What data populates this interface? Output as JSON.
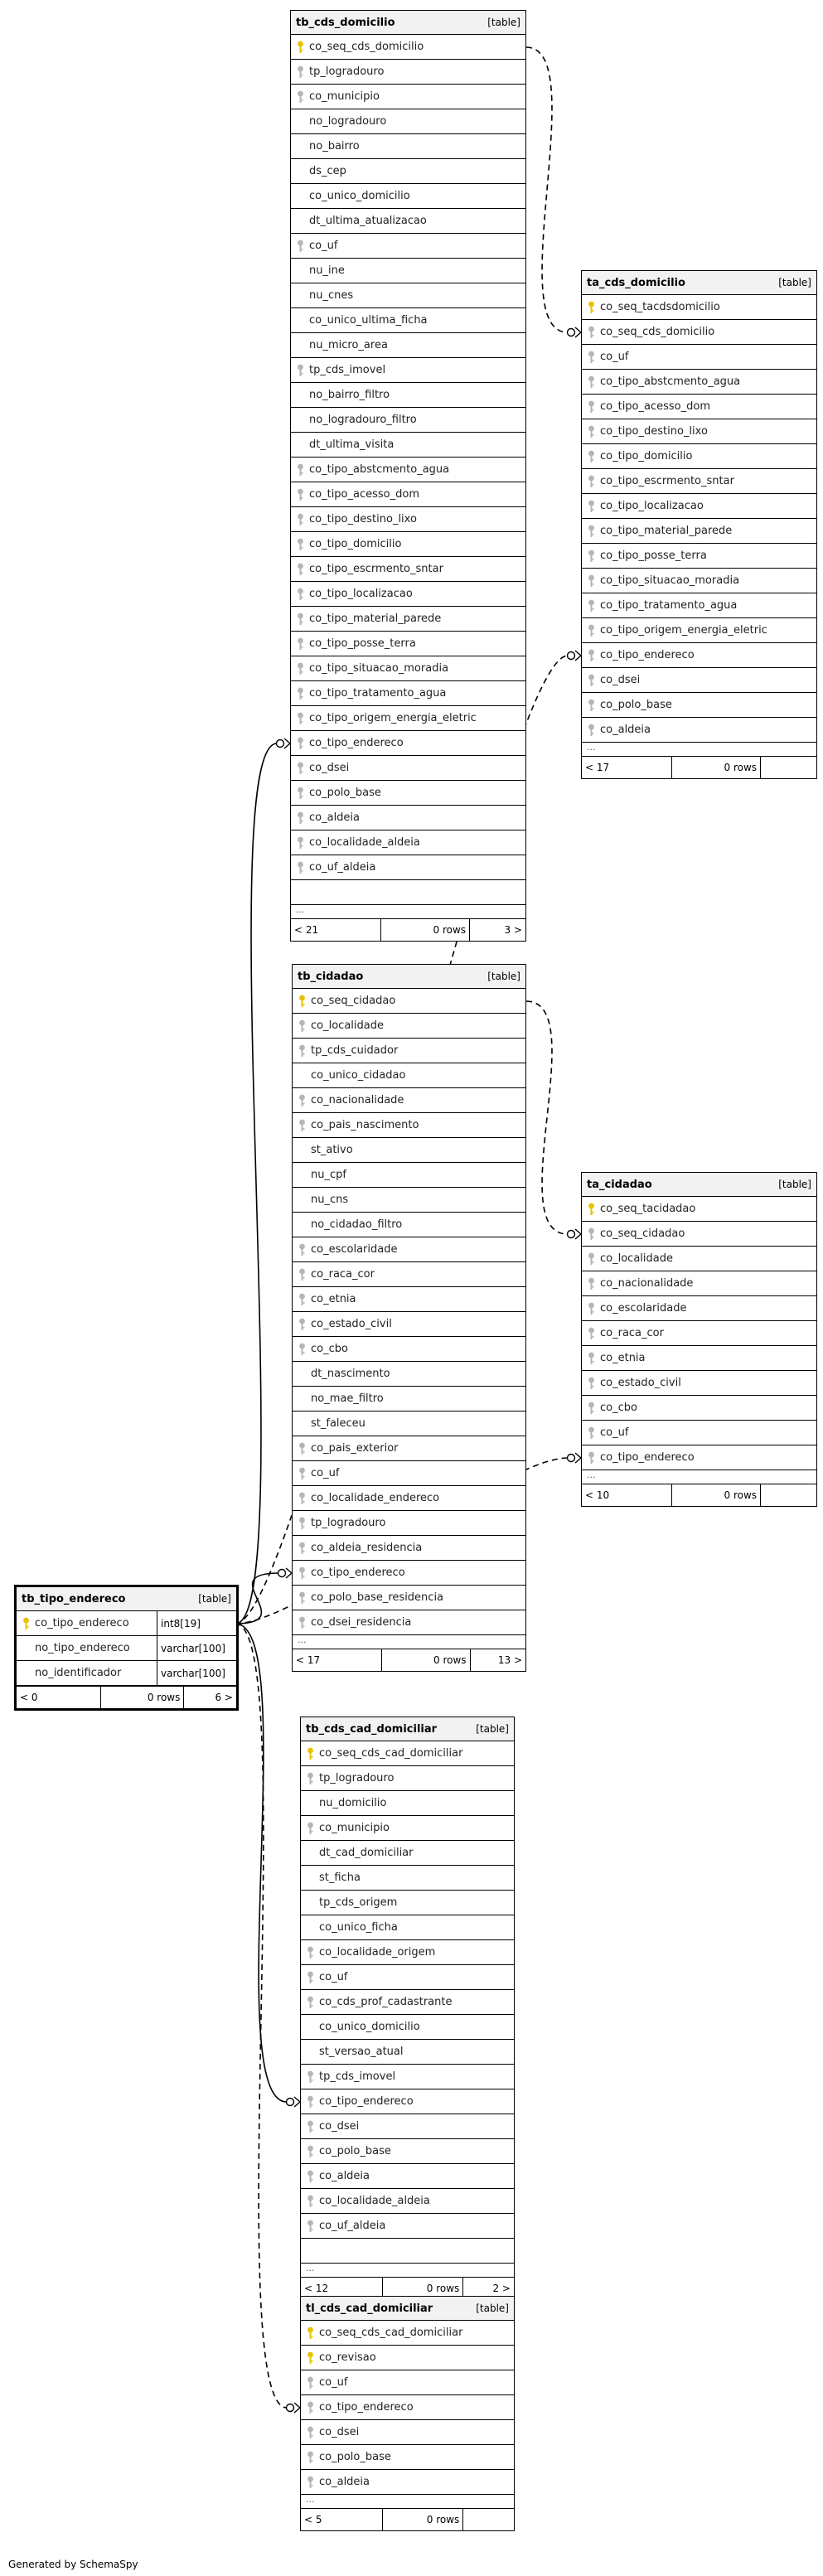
{
  "footer_credit": "Generated by SchemaSpy",
  "tables": [
    {
      "id": "tb_cds_domicilio",
      "name": "tb_cds_domicilio",
      "kind": "[table]",
      "focus": false,
      "columns": [
        {
          "name": "co_seq_cds_domicilio",
          "icon": "pk"
        },
        {
          "name": "tp_logradouro",
          "icon": "fk"
        },
        {
          "name": "co_municipio",
          "icon": "fk"
        },
        {
          "name": "no_logradouro",
          "icon": "none"
        },
        {
          "name": "no_bairro",
          "icon": "none"
        },
        {
          "name": "ds_cep",
          "icon": "none"
        },
        {
          "name": "co_unico_domicilio",
          "icon": "none"
        },
        {
          "name": "dt_ultima_atualizacao",
          "icon": "none"
        },
        {
          "name": "co_uf",
          "icon": "fk"
        },
        {
          "name": "nu_ine",
          "icon": "none"
        },
        {
          "name": "nu_cnes",
          "icon": "none"
        },
        {
          "name": "co_unico_ultima_ficha",
          "icon": "none"
        },
        {
          "name": "nu_micro_area",
          "icon": "none"
        },
        {
          "name": "tp_cds_imovel",
          "icon": "fk"
        },
        {
          "name": "no_bairro_filtro",
          "icon": "none"
        },
        {
          "name": "no_logradouro_filtro",
          "icon": "none"
        },
        {
          "name": "dt_ultima_visita",
          "icon": "none"
        },
        {
          "name": "co_tipo_abstcmento_agua",
          "icon": "fk"
        },
        {
          "name": "co_tipo_acesso_dom",
          "icon": "fk"
        },
        {
          "name": "co_tipo_destino_lixo",
          "icon": "fk"
        },
        {
          "name": "co_tipo_domicilio",
          "icon": "fk"
        },
        {
          "name": "co_tipo_escrmento_sntar",
          "icon": "fk"
        },
        {
          "name": "co_tipo_localizacao",
          "icon": "fk"
        },
        {
          "name": "co_tipo_material_parede",
          "icon": "fk"
        },
        {
          "name": "co_tipo_posse_terra",
          "icon": "fk"
        },
        {
          "name": "co_tipo_situacao_moradia",
          "icon": "fk"
        },
        {
          "name": "co_tipo_tratamento_agua",
          "icon": "fk"
        },
        {
          "name": "co_tipo_origem_energia_eletric",
          "icon": "fk"
        },
        {
          "name": "co_tipo_endereco",
          "icon": "fk"
        },
        {
          "name": "co_dsei",
          "icon": "fk"
        },
        {
          "name": "co_polo_base",
          "icon": "fk"
        },
        {
          "name": "co_aldeia",
          "icon": "fk"
        },
        {
          "name": "co_localidade_aldeia",
          "icon": "fk"
        },
        {
          "name": "co_uf_aldeia",
          "icon": "fk"
        }
      ],
      "blank_row": true,
      "more": "...",
      "footer": {
        "left": "< 21",
        "mid": "0 rows",
        "right": "3 >"
      }
    },
    {
      "id": "ta_cds_domicilio",
      "name": "ta_cds_domicilio",
      "kind": "[table]",
      "focus": false,
      "columns": [
        {
          "name": "co_seq_tacdsdomicilio",
          "icon": "pk"
        },
        {
          "name": "co_seq_cds_domicilio",
          "icon": "fk"
        },
        {
          "name": "co_uf",
          "icon": "fk"
        },
        {
          "name": "co_tipo_abstcmento_agua",
          "icon": "fk"
        },
        {
          "name": "co_tipo_acesso_dom",
          "icon": "fk"
        },
        {
          "name": "co_tipo_destino_lixo",
          "icon": "fk"
        },
        {
          "name": "co_tipo_domicilio",
          "icon": "fk"
        },
        {
          "name": "co_tipo_escrmento_sntar",
          "icon": "fk"
        },
        {
          "name": "co_tipo_localizacao",
          "icon": "fk"
        },
        {
          "name": "co_tipo_material_parede",
          "icon": "fk"
        },
        {
          "name": "co_tipo_posse_terra",
          "icon": "fk"
        },
        {
          "name": "co_tipo_situacao_moradia",
          "icon": "fk"
        },
        {
          "name": "co_tipo_tratamento_agua",
          "icon": "fk"
        },
        {
          "name": "co_tipo_origem_energia_eletric",
          "icon": "fk"
        },
        {
          "name": "co_tipo_endereco",
          "icon": "fk"
        },
        {
          "name": "co_dsei",
          "icon": "fk"
        },
        {
          "name": "co_polo_base",
          "icon": "fk"
        },
        {
          "name": "co_aldeia",
          "icon": "fk"
        }
      ],
      "blank_row": false,
      "more": "...",
      "footer": {
        "left": "< 17",
        "mid": "0 rows",
        "right": ""
      }
    },
    {
      "id": "tb_cidadao",
      "name": "tb_cidadao",
      "kind": "[table]",
      "focus": false,
      "columns": [
        {
          "name": "co_seq_cidadao",
          "icon": "pk"
        },
        {
          "name": "co_localidade",
          "icon": "fk"
        },
        {
          "name": "tp_cds_cuidador",
          "icon": "fk"
        },
        {
          "name": "co_unico_cidadao",
          "icon": "none"
        },
        {
          "name": "co_nacionalidade",
          "icon": "fk"
        },
        {
          "name": "co_pais_nascimento",
          "icon": "fk"
        },
        {
          "name": "st_ativo",
          "icon": "none"
        },
        {
          "name": "nu_cpf",
          "icon": "none"
        },
        {
          "name": "nu_cns",
          "icon": "none"
        },
        {
          "name": "no_cidadao_filtro",
          "icon": "none"
        },
        {
          "name": "co_escolaridade",
          "icon": "fk"
        },
        {
          "name": "co_raca_cor",
          "icon": "fk"
        },
        {
          "name": "co_etnia",
          "icon": "fk"
        },
        {
          "name": "co_estado_civil",
          "icon": "fk"
        },
        {
          "name": "co_cbo",
          "icon": "fk"
        },
        {
          "name": "dt_nascimento",
          "icon": "none"
        },
        {
          "name": "no_mae_filtro",
          "icon": "none"
        },
        {
          "name": "st_faleceu",
          "icon": "none"
        },
        {
          "name": "co_pais_exterior",
          "icon": "fk"
        },
        {
          "name": "co_uf",
          "icon": "fk"
        },
        {
          "name": "co_localidade_endereco",
          "icon": "fk"
        },
        {
          "name": "tp_logradouro",
          "icon": "fk"
        },
        {
          "name": "co_aldeia_residencia",
          "icon": "fk"
        },
        {
          "name": "co_tipo_endereco",
          "icon": "fk"
        },
        {
          "name": "co_polo_base_residencia",
          "icon": "fk"
        },
        {
          "name": "co_dsei_residencia",
          "icon": "fk"
        }
      ],
      "blank_row": false,
      "more": "...",
      "footer": {
        "left": "< 17",
        "mid": "0 rows",
        "right": "13 >"
      }
    },
    {
      "id": "ta_cidadao",
      "name": "ta_cidadao",
      "kind": "[table]",
      "focus": false,
      "columns": [
        {
          "name": "co_seq_tacidadao",
          "icon": "pk"
        },
        {
          "name": "co_seq_cidadao",
          "icon": "fk"
        },
        {
          "name": "co_localidade",
          "icon": "fk"
        },
        {
          "name": "co_nacionalidade",
          "icon": "fk"
        },
        {
          "name": "co_escolaridade",
          "icon": "fk"
        },
        {
          "name": "co_raca_cor",
          "icon": "fk"
        },
        {
          "name": "co_etnia",
          "icon": "fk"
        },
        {
          "name": "co_estado_civil",
          "icon": "fk"
        },
        {
          "name": "co_cbo",
          "icon": "fk"
        },
        {
          "name": "co_uf",
          "icon": "fk"
        },
        {
          "name": "co_tipo_endereco",
          "icon": "fk"
        }
      ],
      "blank_row": false,
      "more": "...",
      "footer": {
        "left": "< 10",
        "mid": "0 rows",
        "right": ""
      }
    },
    {
      "id": "tb_tipo_endereco",
      "name": "tb_tipo_endereco",
      "kind": "[table]",
      "focus": true,
      "columns": [
        {
          "name": "co_tipo_endereco",
          "icon": "pk",
          "type": "int8[19]"
        },
        {
          "name": "no_tipo_endereco",
          "icon": "none",
          "type": "varchar[100]"
        },
        {
          "name": "no_identificador",
          "icon": "none",
          "type": "varchar[100]"
        }
      ],
      "blank_row": false,
      "more": "",
      "footer": {
        "left": "< 0",
        "mid": "0 rows",
        "right": "6 >"
      }
    },
    {
      "id": "tb_cds_cad_domiciliar",
      "name": "tb_cds_cad_domiciliar",
      "kind": "[table]",
      "focus": false,
      "columns": [
        {
          "name": "co_seq_cds_cad_domiciliar",
          "icon": "pk"
        },
        {
          "name": "tp_logradouro",
          "icon": "fk"
        },
        {
          "name": "nu_domicilio",
          "icon": "none"
        },
        {
          "name": "co_municipio",
          "icon": "fk"
        },
        {
          "name": "dt_cad_domiciliar",
          "icon": "none"
        },
        {
          "name": "st_ficha",
          "icon": "none"
        },
        {
          "name": "tp_cds_origem",
          "icon": "none"
        },
        {
          "name": "co_unico_ficha",
          "icon": "none"
        },
        {
          "name": "co_localidade_origem",
          "icon": "fk"
        },
        {
          "name": "co_uf",
          "icon": "fk"
        },
        {
          "name": "co_cds_prof_cadastrante",
          "icon": "fk"
        },
        {
          "name": "co_unico_domicilio",
          "icon": "none"
        },
        {
          "name": "st_versao_atual",
          "icon": "none"
        },
        {
          "name": "tp_cds_imovel",
          "icon": "fk"
        },
        {
          "name": "co_tipo_endereco",
          "icon": "fk"
        },
        {
          "name": "co_dsei",
          "icon": "fk"
        },
        {
          "name": "co_polo_base",
          "icon": "fk"
        },
        {
          "name": "co_aldeia",
          "icon": "fk"
        },
        {
          "name": "co_localidade_aldeia",
          "icon": "fk"
        },
        {
          "name": "co_uf_aldeia",
          "icon": "fk"
        }
      ],
      "blank_row": true,
      "more": "...",
      "footer": {
        "left": "< 12",
        "mid": "0 rows",
        "right": "2 >"
      }
    },
    {
      "id": "tl_cds_cad_domiciliar",
      "name": "tl_cds_cad_domiciliar",
      "kind": "[table]",
      "focus": false,
      "columns": [
        {
          "name": "co_seq_cds_cad_domiciliar",
          "icon": "pk"
        },
        {
          "name": "co_revisao",
          "icon": "pk"
        },
        {
          "name": "co_uf",
          "icon": "fk"
        },
        {
          "name": "co_tipo_endereco",
          "icon": "fk"
        },
        {
          "name": "co_dsei",
          "icon": "fk"
        },
        {
          "name": "co_polo_base",
          "icon": "fk"
        },
        {
          "name": "co_aldeia",
          "icon": "fk"
        }
      ],
      "blank_row": false,
      "more": "...",
      "footer": {
        "left": "< 5",
        "mid": "0 rows",
        "right": ""
      }
    }
  ],
  "relationships": [
    {
      "from": "tb_cds_domicilio",
      "from_col": "co_seq_cds_domicilio",
      "to": "ta_cds_domicilio",
      "to_col": "co_seq_cds_domicilio",
      "style": "dashed"
    },
    {
      "from": "tb_tipo_endereco",
      "from_col": "co_tipo_endereco",
      "to": "tb_cds_domicilio",
      "to_col": "co_tipo_endereco",
      "style": "solid"
    },
    {
      "from": "tb_tipo_endereco",
      "from_col": "co_tipo_endereco",
      "to": "ta_cds_domicilio",
      "to_col": "co_tipo_endereco",
      "style": "dashed"
    },
    {
      "from": "tb_cidadao",
      "from_col": "co_seq_cidadao",
      "to": "ta_cidadao",
      "to_col": "co_seq_cidadao",
      "style": "dashed"
    },
    {
      "from": "tb_tipo_endereco",
      "from_col": "co_tipo_endereco",
      "to": "tb_cidadao",
      "to_col": "co_tipo_endereco",
      "style": "solid"
    },
    {
      "from": "tb_tipo_endereco",
      "from_col": "co_tipo_endereco",
      "to": "ta_cidadao",
      "to_col": "co_tipo_endereco",
      "style": "dashed"
    },
    {
      "from": "tb_tipo_endereco",
      "from_col": "co_tipo_endereco",
      "to": "tb_cds_cad_domiciliar",
      "to_col": "co_tipo_endereco",
      "style": "solid"
    },
    {
      "from": "tb_tipo_endereco",
      "from_col": "co_tipo_endereco",
      "to": "tl_cds_cad_domiciliar",
      "to_col": "co_tipo_endereco",
      "style": "dashed"
    }
  ]
}
